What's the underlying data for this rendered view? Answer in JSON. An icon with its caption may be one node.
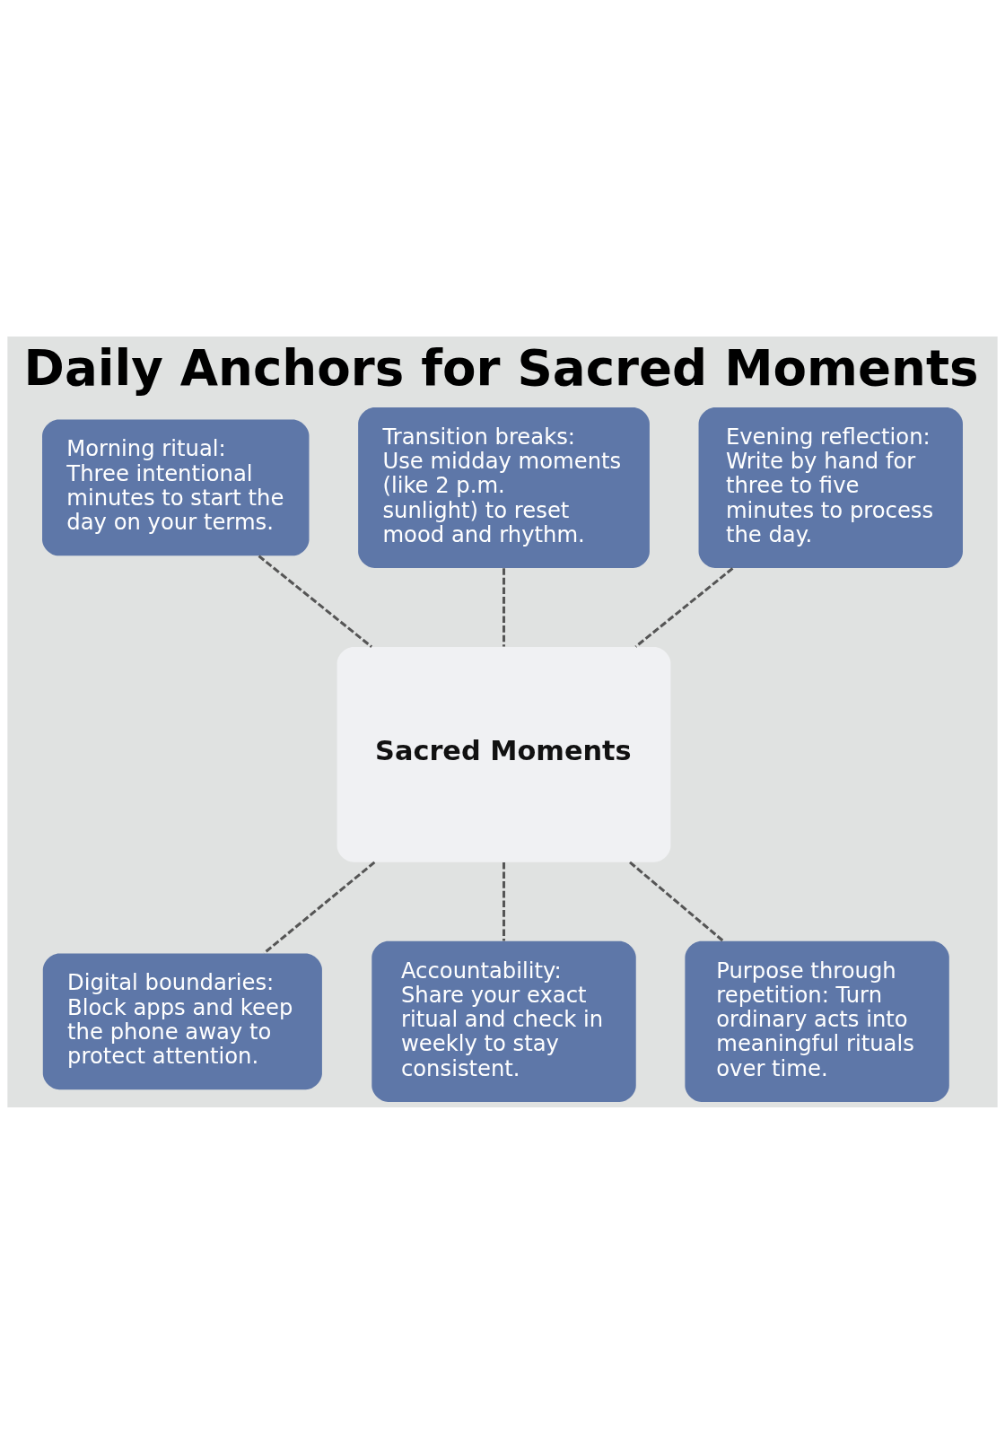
{
  "diagram": {
    "title": "Daily Anchors for Sacred Moments",
    "nodes": [
      {
        "text": [
          "Morning ritual: Three intentional minutes to start the day on your terms."
        ]
      },
      {
        "text": [
          "Transition breaks: Use midday moments (like 2 p.m. sunlight) to reset mood and rhythm."
        ]
      },
      {
        "text": [
          "Evening reflection: Write by hand for three to five minutes to process the day."
        ]
      },
      {
        "text": [
          "Sacred Moments"
        ]
      },
      {
        "text": [
          "Digital boundaries: Block apps and keep the phone away to protect attention."
        ]
      },
      {
        "text": [
          "Accountability: Share your exact ritual and check in weekly to stay consistent."
        ]
      },
      {
        "text": [
          "Purpose through repetition: Turn ordinary acts into meaningful rituals over time."
        ]
      }
    ],
    "edges": [
      {
        "from": 0,
        "to": 3,
        "arrow": "none",
        "style": "dashed"
      },
      {
        "from": 1,
        "to": 3,
        "arrow": "none",
        "style": "dashed"
      },
      {
        "from": 2,
        "to": 3,
        "arrow": "none",
        "style": "dashed"
      },
      {
        "from": 3,
        "to": 4,
        "arrow": "none",
        "style": "dashed"
      },
      {
        "from": 3,
        "to": 5,
        "arrow": "none",
        "style": "dashed"
      },
      {
        "from": 3,
        "to": 6,
        "arrow": "none",
        "style": "dashed"
      }
    ]
  }
}
